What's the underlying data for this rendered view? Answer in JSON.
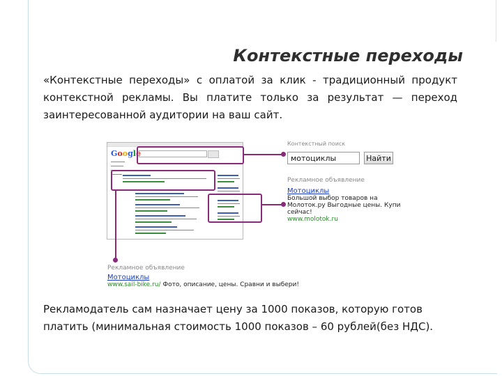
{
  "slide": {
    "title": "Контекстные переходы",
    "paragraph1": "«Контекстные переходы» с оплатой за клик - традиционный продукт контекстной рекламы. Вы платите только за результат — переход заинтересованной аудитории на ваш сайт.",
    "paragraph2": "Рекламодатель сам назначает цену за 1000 показов, которую готов платить (минимальная стоимость 1000 показов – 60 рублей(без НДС)."
  },
  "screenshot": {
    "serp_logo": "Google",
    "zoom_search": {
      "label": "Контекстный поиск",
      "query": "мотоциклы",
      "button": "Найти"
    },
    "zoom_ad": {
      "header": "Рекламное объявление",
      "title": "Мотоциклы",
      "text": "Большой выбор товаров на Молоток.ру Выгодные цены. Купи сейчас!",
      "url": "www.molotok.ru"
    },
    "bottom_ad": {
      "header": "Рекламное объявление",
      "title": "Мотоциклы",
      "url": "www.sail-bike.ru/",
      "text": "Фото, описание, цены. Сравни и выбери!"
    }
  }
}
